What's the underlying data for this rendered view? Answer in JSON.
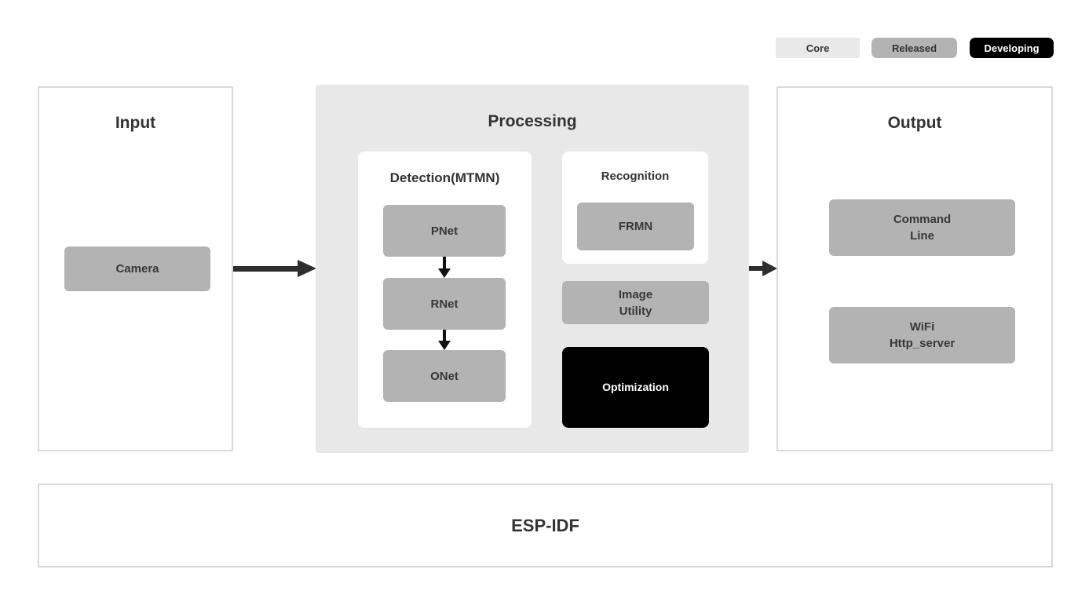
{
  "colors": {
    "processing_bg": "#e8e8e8",
    "node_gray": "#b3b3b3",
    "node_black": "#000000",
    "text_dark": "#333333",
    "text_light": "#ffffff",
    "panel_border": "#d9d9d9",
    "arrow": "#2e2e2e"
  },
  "legend": {
    "core": "Core",
    "released": "Released",
    "developing": "Developing"
  },
  "input_panel": {
    "title": "Input",
    "camera": "Camera"
  },
  "processing_panel": {
    "title": "Processing",
    "detection": {
      "title": "Detection(MTMN)",
      "pnet": "PNet",
      "rnet": "RNet",
      "onet": "ONet"
    },
    "recognition": {
      "title": "Recognition",
      "frmn": "FRMN"
    },
    "image_utility": {
      "line1": "Image",
      "line2": "Utility"
    },
    "optimization": "Optimization"
  },
  "output_panel": {
    "title": "Output",
    "command_line": {
      "line1": "Command",
      "line2": "Line"
    },
    "wifi": {
      "line1": "WiFi",
      "line2": "Http_server"
    }
  },
  "foundation": {
    "title": "ESP-IDF"
  }
}
